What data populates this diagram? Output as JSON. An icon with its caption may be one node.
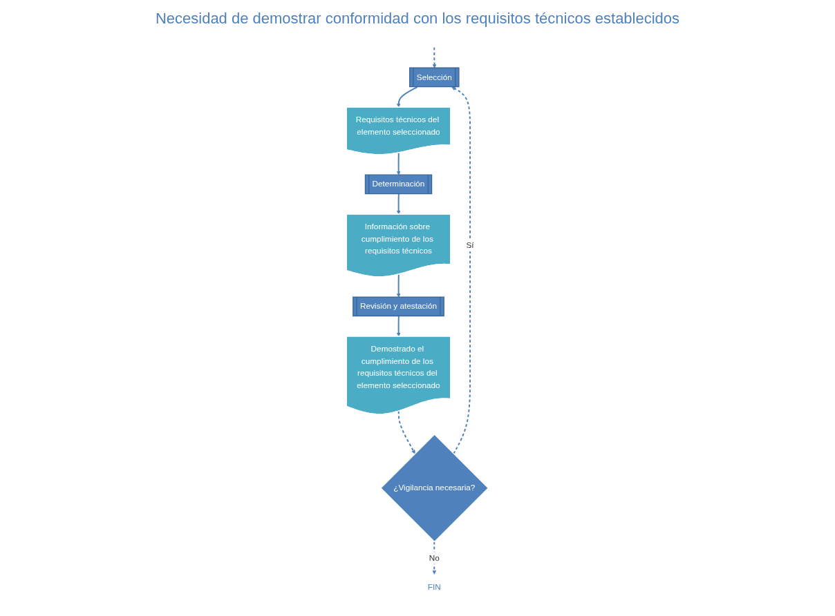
{
  "diagram": {
    "title": "Necesidad de demostrar conformidad con los requisitos técnicos establecidos",
    "nodes": [
      {
        "text": [
          "Selección"
        ]
      },
      {
        "text": [
          "Requisitos técnicos del elemento seleccionado"
        ]
      },
      {
        "text": [
          "Determinación"
        ]
      },
      {
        "text": [
          "Información sobre cumplimiento de los requisitos técnicos"
        ]
      },
      {
        "text": [
          "Revisión y atestación"
        ]
      },
      {
        "text": [
          "Demostrado el cumplimiento de los requisitos técnicos del elemento seleccionado"
        ]
      },
      {
        "text": [
          "¿Vigilancia necesaria?"
        ]
      },
      {
        "text": [
          "FIN"
        ]
      }
    ],
    "edges": [
      {
        "from": null,
        "to": 0,
        "arrow": "to",
        "style": "dashed"
      },
      {
        "from": 0,
        "to": 1,
        "arrow": "to"
      },
      {
        "from": 1,
        "to": 2,
        "arrow": "to"
      },
      {
        "from": 2,
        "to": 3,
        "arrow": "to"
      },
      {
        "from": 3,
        "to": 4,
        "arrow": "to"
      },
      {
        "from": 4,
        "to": 5,
        "arrow": "to"
      },
      {
        "from": 5,
        "to": 6,
        "arrow": "to",
        "style": "dashed"
      },
      {
        "from": 6,
        "to": 0,
        "arrow": "to",
        "style": "dashed",
        "label": "Sí"
      },
      {
        "from": 6,
        "to": 7,
        "arrow": "to",
        "style": "dashed",
        "label": "No"
      }
    ]
  }
}
